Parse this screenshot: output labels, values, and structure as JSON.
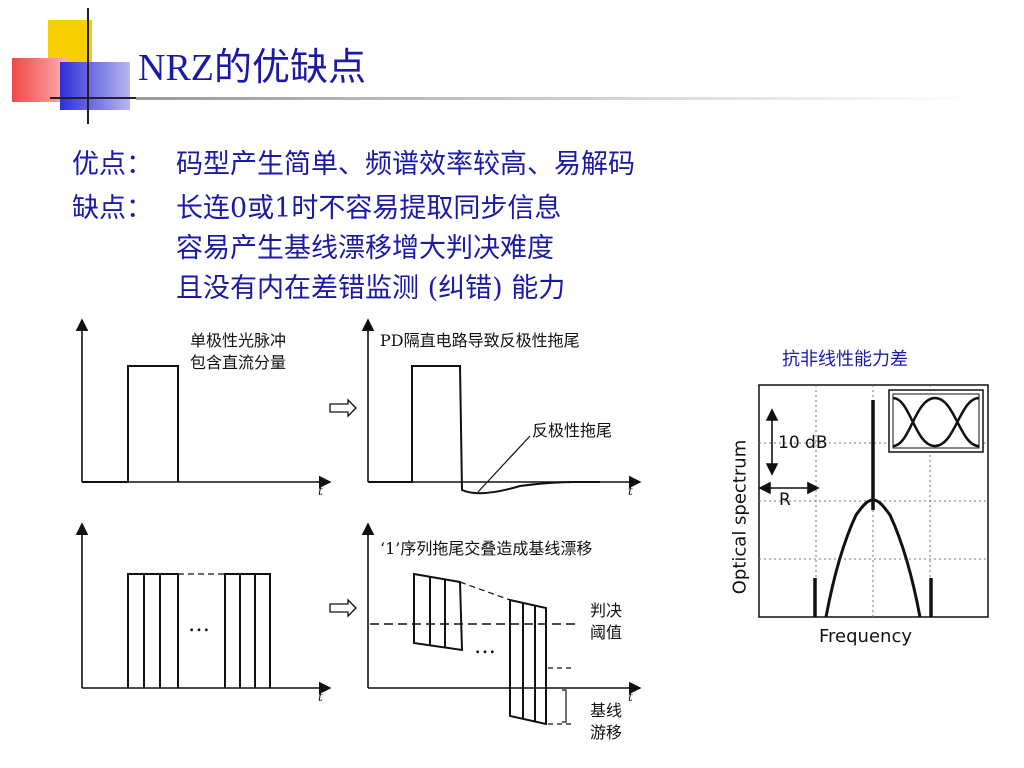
{
  "slide": {
    "title": "NRZ的优缺点"
  },
  "pros": {
    "label": "优点：",
    "text": "码型产生简单、频谱效率较高、易解码"
  },
  "cons": {
    "label": "缺点：",
    "lines": [
      "长连0或1时不容易提取同步信息",
      "容易产生基线漂移增大判决难度",
      "且没有内在差错监测 (纠错) 能力"
    ]
  },
  "figure": {
    "unipolar_label_1": "单极性光脉冲",
    "unipolar_label_2": "包含直流分量",
    "pd_label": "PD隔直电路导致反极性拖尾",
    "tail_label": "反极性拖尾",
    "sequence_label": "‘1’序列拖尾交叠造成基线漂移",
    "threshold_label_1": "判决",
    "threshold_label_2": "阈值",
    "wander_label_1": "基线",
    "wander_label_2": "游移",
    "time_axis": "t",
    "ellipsis": "…"
  },
  "spectrum": {
    "note": "抗非线性能力差",
    "ylabel": "Optical spectrum",
    "xlabel": "Frequency",
    "db_label": "10 dB",
    "r_label": "R"
  },
  "colors": {
    "title": "#1a1aa6",
    "text": "#1a1aa6",
    "deco_yellow": "#f5d000",
    "deco_red": "#f03c3c",
    "deco_blue": "#2a2ad0"
  }
}
